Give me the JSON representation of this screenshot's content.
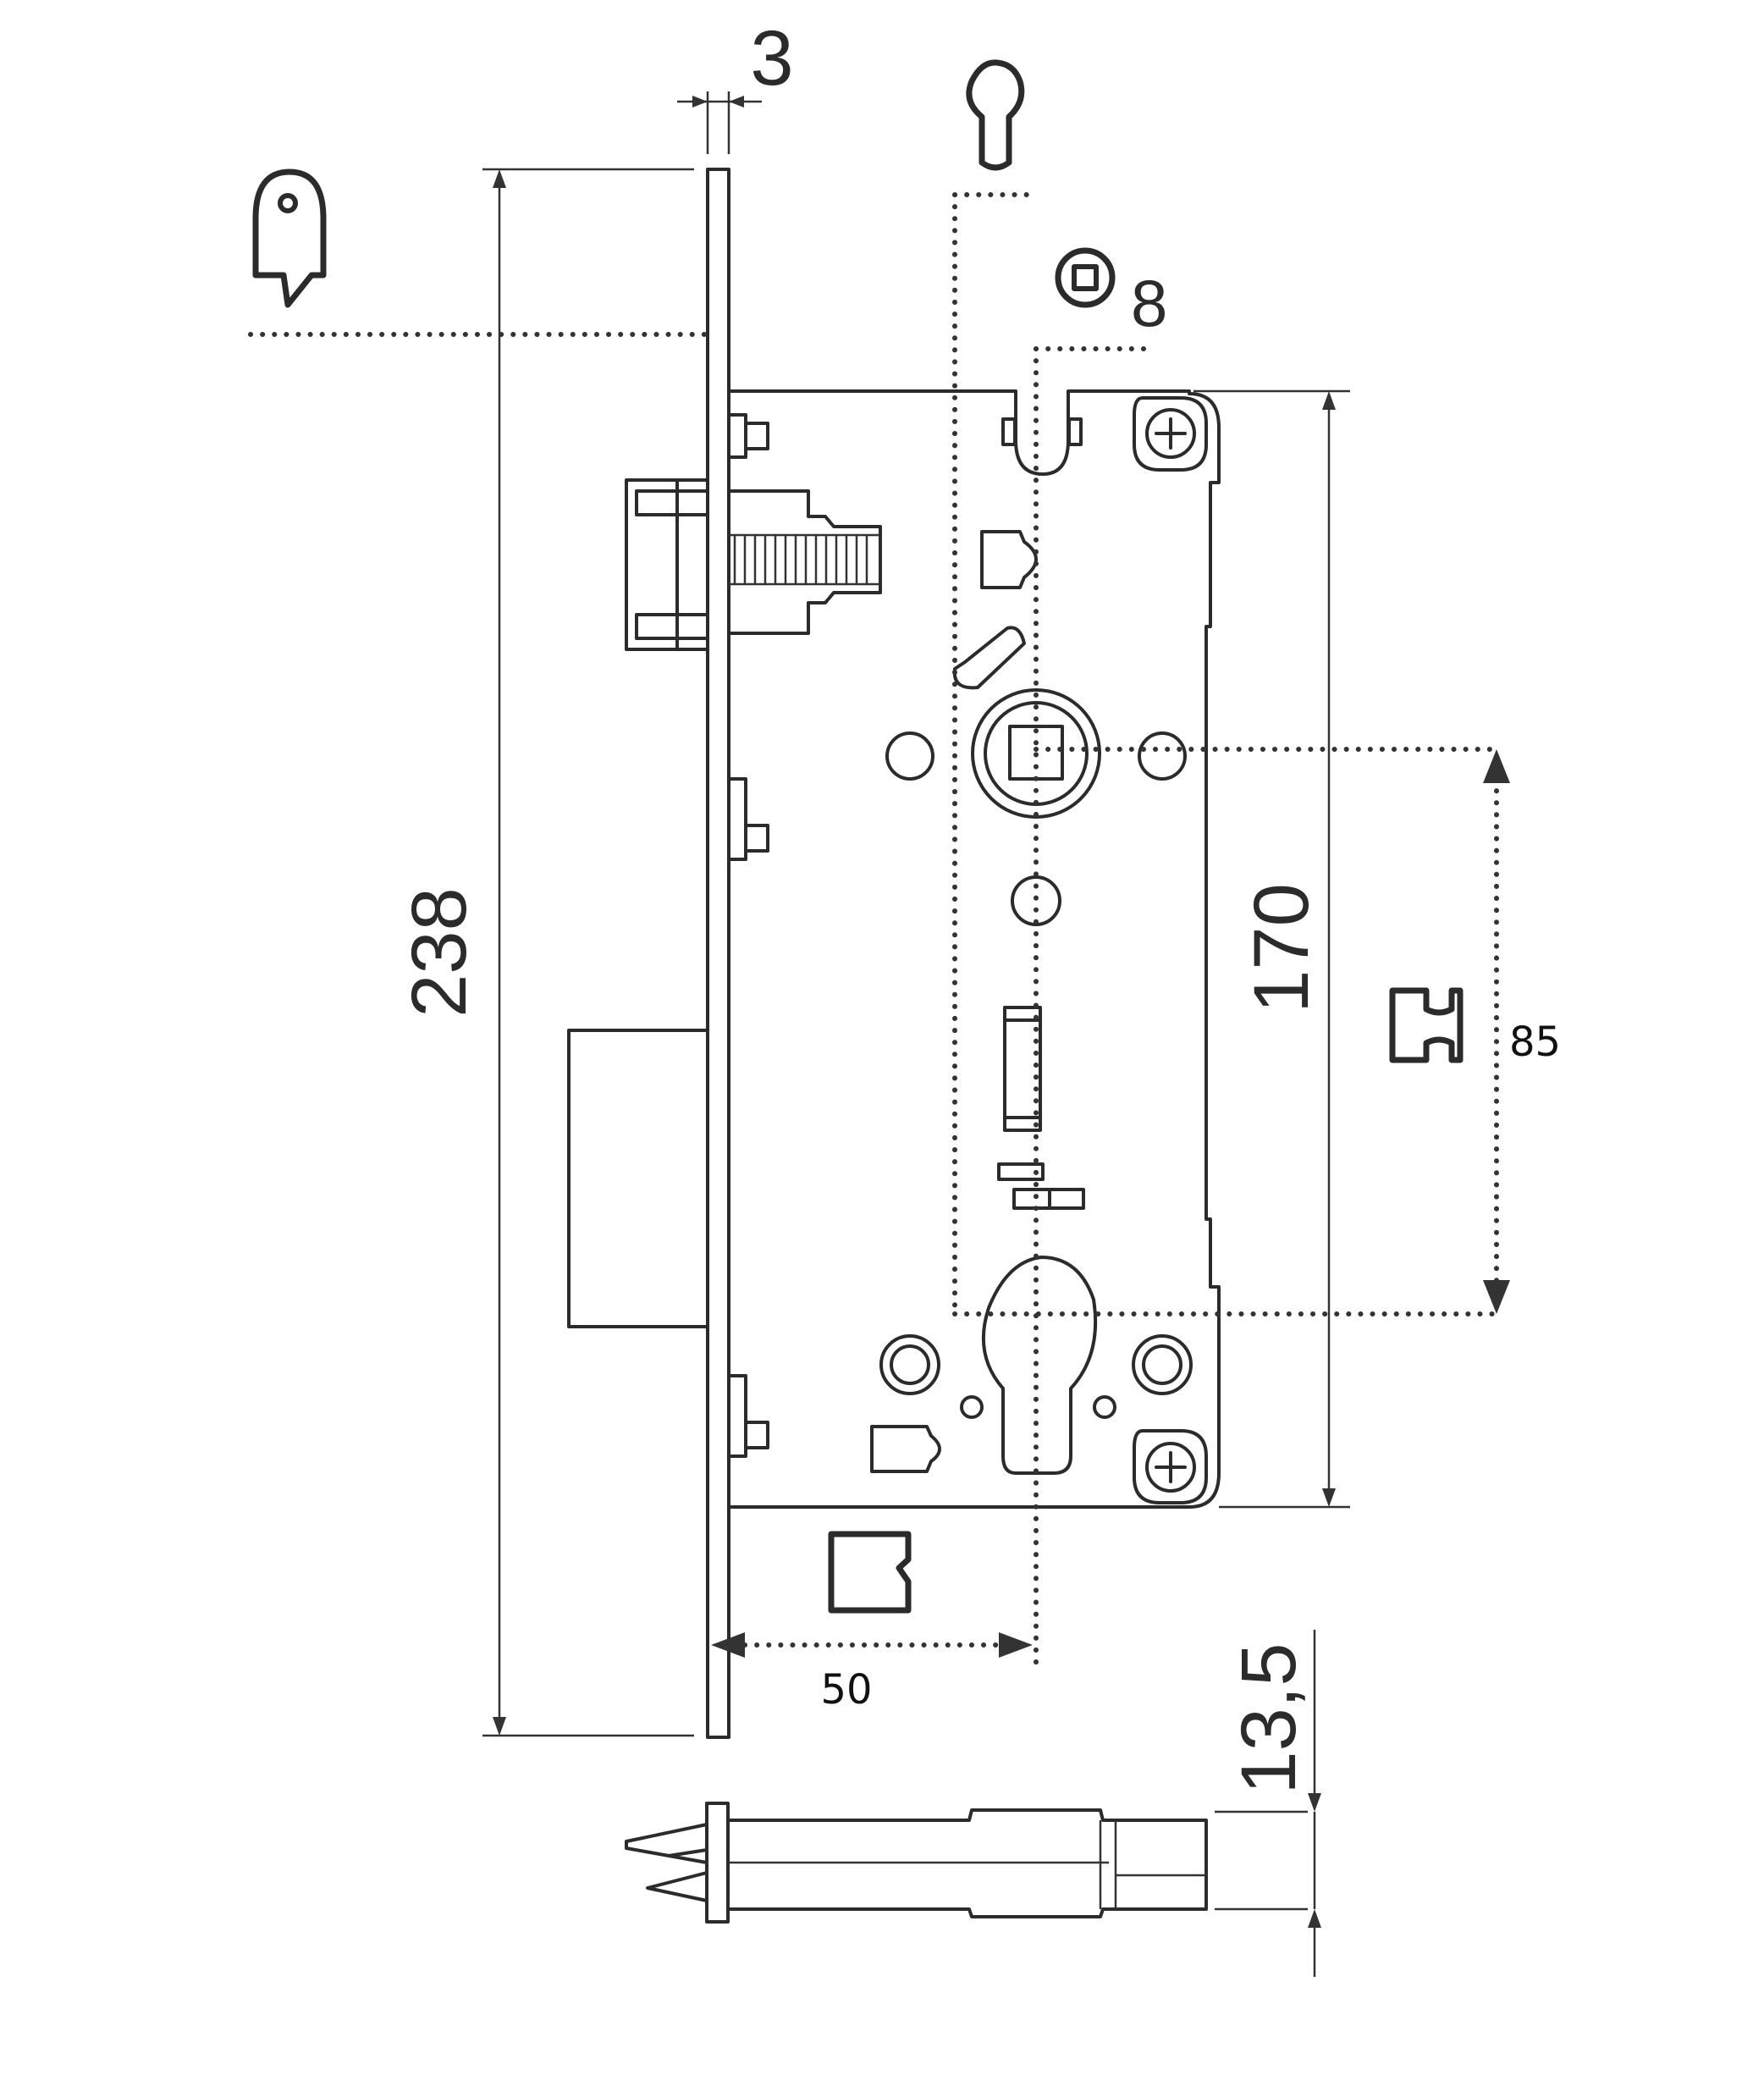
{
  "dimensions": {
    "plate_thickness": "3",
    "faceplate_height": "238",
    "spindle": "8",
    "case_height": "170",
    "center_distance": "85",
    "backset": "50",
    "cylinder_offset": "13,5"
  },
  "colors": {
    "line": "#2b2b2b",
    "background": "#ffffff"
  },
  "icons": [
    "latch-icon",
    "keyhole-icon",
    "spindle-icon",
    "profile-cylinder-icon",
    "square-hole-icon"
  ]
}
